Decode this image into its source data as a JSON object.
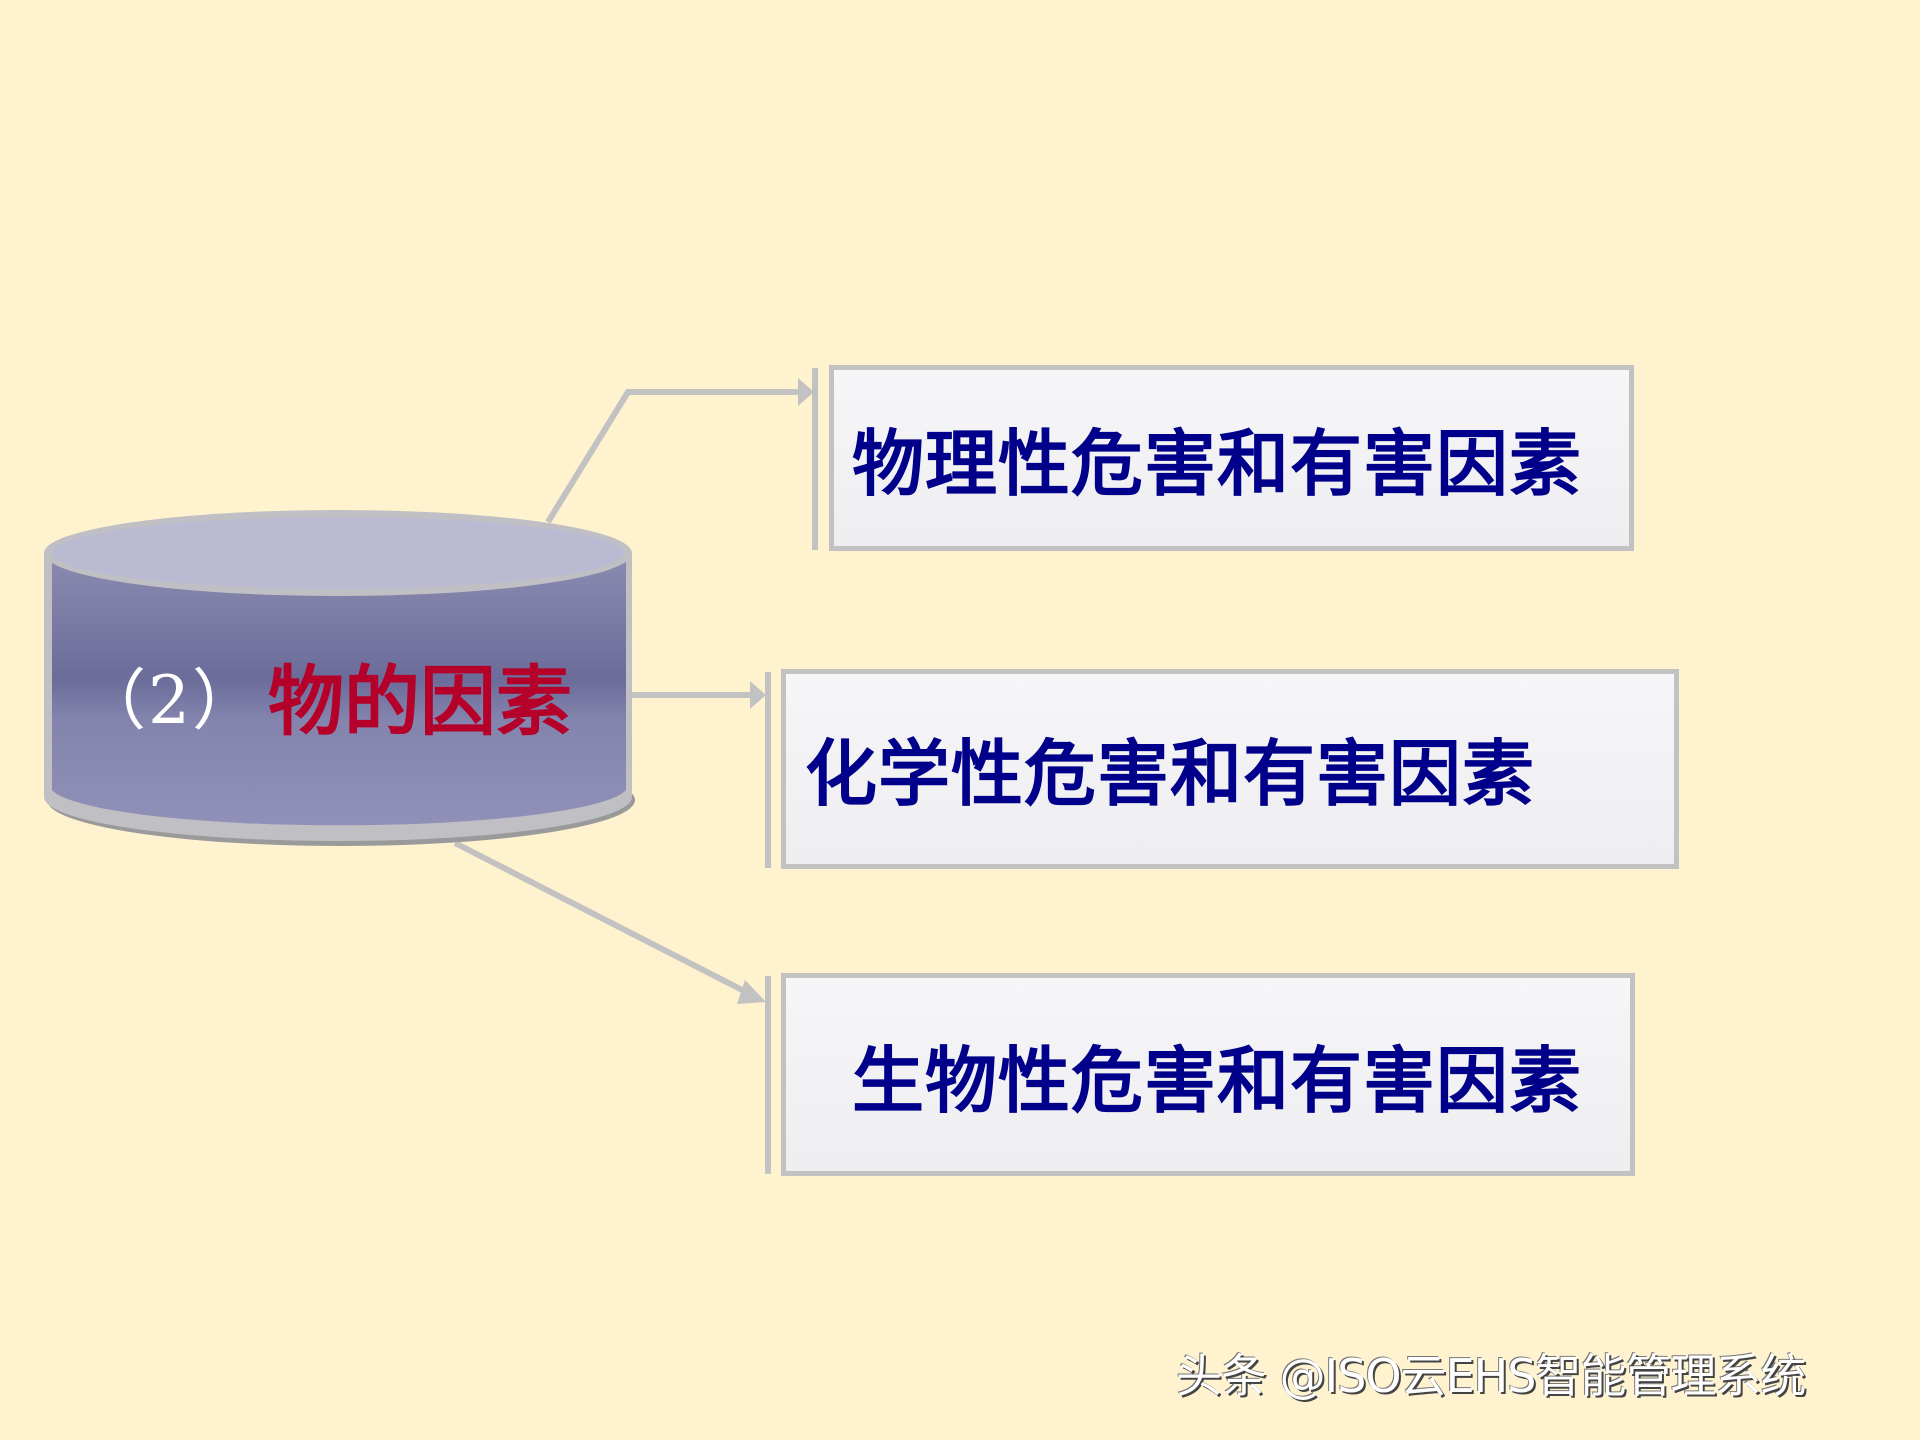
{
  "colors": {
    "background": "#fff2cf",
    "cylinder_top": "#babbd2",
    "cylinder_body_mid": "#6e6f9c",
    "cylinder_body_light": "#8d8db6",
    "connector": "#c3c2c2",
    "box_border": "#c3c2c2",
    "box_fill": "#f2f2f4",
    "title_red": "#b5002a",
    "item_blue": "#00008b"
  },
  "central_node": {
    "number": "（2）",
    "title": "物的因素",
    "shape": "cylinder"
  },
  "branches": [
    {
      "label": "物理性危害和有害因素"
    },
    {
      "label": "化学性危害和有害因素"
    },
    {
      "label": "生物性危害和有害因素"
    }
  ],
  "watermark": {
    "text": "头条 @ISO云EHS智能管理系统"
  }
}
